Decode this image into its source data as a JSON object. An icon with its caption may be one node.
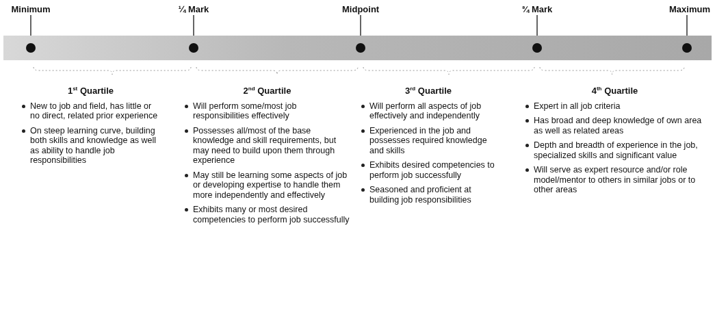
{
  "diagram": {
    "nodes": [
      {
        "text": [],
        "shape": "bar"
      },
      {
        "text": [
          "Minimum"
        ]
      },
      {
        "text": [
          "¼ Mark"
        ]
      },
      {
        "text": [
          "Midpoint"
        ]
      },
      {
        "text": [
          "¾ Mark"
        ]
      },
      {
        "text": [
          "Maximum"
        ]
      },
      {
        "text": [],
        "shape": "circle",
        "in": 0
      },
      {
        "text": [],
        "shape": "circle",
        "in": 0
      },
      {
        "text": [],
        "shape": "circle",
        "in": 0
      },
      {
        "text": [],
        "shape": "circle",
        "in": 0
      },
      {
        "text": [],
        "shape": "circle",
        "in": 0
      },
      {
        "text": [
          "1$^{st}$ Quartile",
          "New to job and field, has little or no direct, related prior experience",
          "On steep learning curve, building both skills and knowledge as well as ability to handle job responsibilities"
        ]
      },
      {
        "text": [
          "2$^{nd}$ Quartile",
          "Will perform some/most job responsibilities effectively",
          "Possesses all/most of the base knowledge and skill requirements, but may need to build upon them through experience",
          "May still be learning some aspects of job or developing expertise to handle them more independently and effectively",
          "Exhibits many or most desired competencies to perform job successfully"
        ]
      },
      {
        "text": [
          "3$^{rd}$ Quartile",
          "Will perform all aspects of job effectively and independently",
          "Experienced in the job and possesses required knowledge and skills",
          "Exhibits desired competencies to perform job successfully",
          "Seasoned and proficient at building job responsibilities"
        ]
      },
      {
        "text": [
          "4$^{th}$ Quartile",
          "Expert in all job criteria",
          "Has broad and deep knowledge of own area as well as related areas",
          "Depth and breadth of experience in the job, specialized skills and significant value",
          "Will serve as expert resource and/or role model/mentor to others in similar jobs or to other areas"
        ]
      }
    ],
    "edges": [
      {
        "from": 1,
        "to": 6,
        "arrow": "none"
      },
      {
        "from": 2,
        "to": 7,
        "arrow": "none"
      },
      {
        "from": 3,
        "to": 8,
        "arrow": "none"
      },
      {
        "from": 4,
        "to": 9,
        "arrow": "none"
      },
      {
        "from": 5,
        "to": 10,
        "arrow": "none"
      }
    ]
  }
}
